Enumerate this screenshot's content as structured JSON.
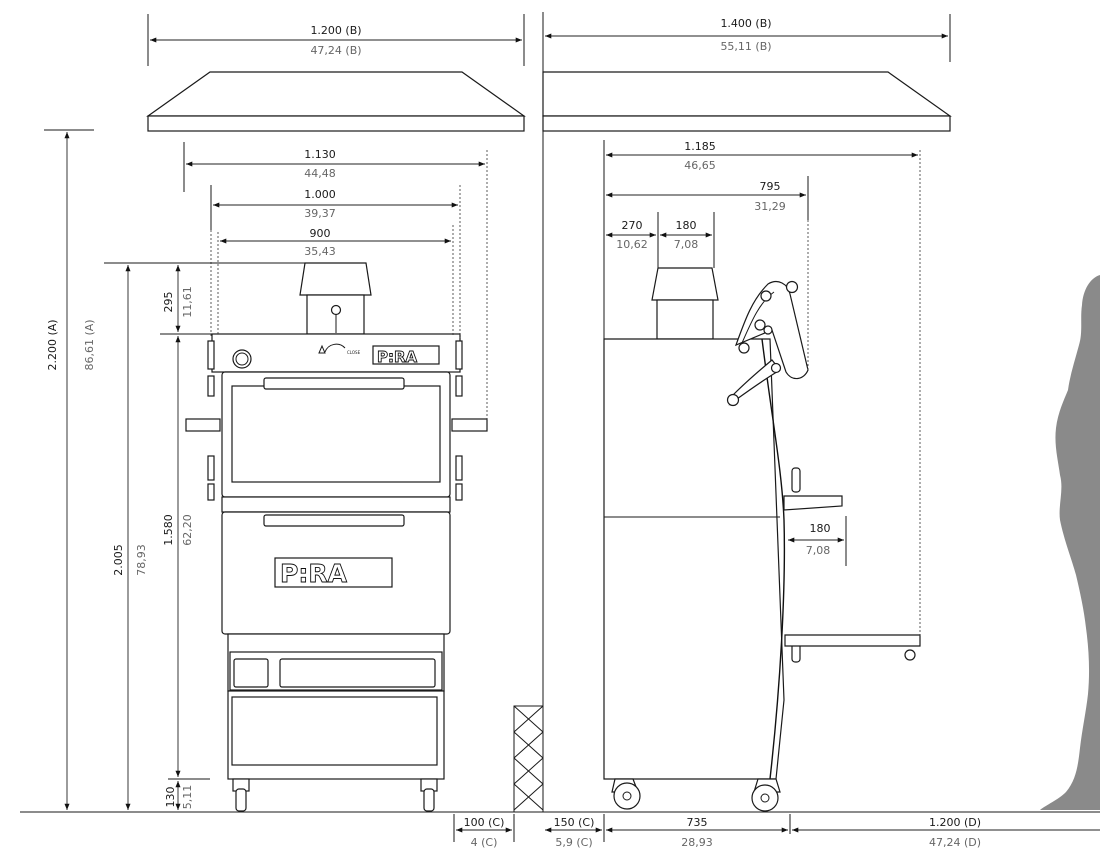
{
  "front_view": {
    "hood_width": "1.200 (B)",
    "hood_width_in": "47,24 (B)",
    "total_width": "1.130",
    "total_width_in": "44,48",
    "body_width": "1.000",
    "body_width_in": "39,37",
    "inner_width": "900",
    "inner_width_in": "35,43",
    "hood_height": "2.200 (A)",
    "hood_height_in": "86,61 (A)",
    "total_height": "2.005",
    "total_height_in": "78,93",
    "chimney_height": "295",
    "chimney_height_in": "11,61",
    "body_height": "1.580",
    "body_height_in": "62,20",
    "leg_height": "130",
    "leg_height_in": "5,11",
    "wall_gap": "100 (C)",
    "wall_gap_in": "4 (C)",
    "logo_text": "P:RA",
    "panel_text": "CLOSE"
  },
  "side_view": {
    "hood_depth": "1.400 (B)",
    "hood_depth_in": "55,11 (B)",
    "total_depth": "1.185",
    "total_depth_in": "46,65",
    "handle_depth": "795",
    "handle_depth_in": "31,29",
    "chimney_offset": "270",
    "chimney_offset_in": "10,62",
    "chimney_width": "180",
    "chimney_width_in": "7,08",
    "shelf_depth": "180",
    "shelf_depth_in": "7,08",
    "wall_gap": "150 (C)",
    "wall_gap_in": "5,9 (C)",
    "body_depth": "735",
    "body_depth_in": "28,93",
    "clearance": "1.200 (D)",
    "clearance_in": "47,24 (D)"
  },
  "colors": {
    "silhouette": "#8a8a8a",
    "line": "#1a1a1a",
    "secondary_text": "#666666"
  }
}
